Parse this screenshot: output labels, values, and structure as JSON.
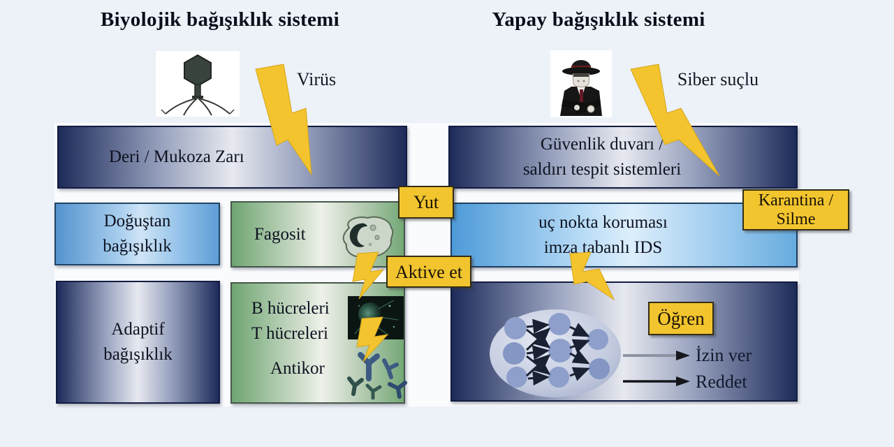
{
  "titles": {
    "left": "Biyolojik bağışıklık sistemi",
    "right": "Yapay bağışıklık sistemi"
  },
  "attackers": {
    "virus_label": "Virüs",
    "cyber_label": "Siber suçlu"
  },
  "bio": {
    "barrier": "Deri / Mukoza Zarı",
    "innate": {
      "line1": "Doğuştan",
      "line2": "bağışıklık"
    },
    "phagocyte": "Fagosit",
    "adaptive": {
      "line1": "Adaptif",
      "line2": "bağışıklık"
    },
    "cells": {
      "b": "B hücreleri",
      "t": "T hücreleri",
      "antibody": "Antikor"
    }
  },
  "ais": {
    "firewall": {
      "line1": "Güvenlik duvarı /",
      "line2": "saldırı tespit sistemleri"
    },
    "endpoint": {
      "line1": "uç nokta koruması",
      "line2": "imza tabanlı IDS"
    },
    "decisions": {
      "allow": "İzin ver",
      "deny": "Reddet"
    }
  },
  "actions": {
    "engulf": "Yut",
    "activate": "Aktive et",
    "quarantine": {
      "line1": "Karantina /",
      "line2": "Silme"
    },
    "learn": "Öğren"
  },
  "icons": {
    "virus": "bacteriophage-virus-icon",
    "cyber": "masked-cybercriminal-icon",
    "lightning": "lightning-bolt-icon",
    "phagocyte": "phagocyte-cell-image",
    "tcell": "lymphocyte-photo-image",
    "antibody": "antibody-y-shapes-image",
    "network": "neural-network-ellipse-image"
  },
  "colors": {
    "background": "#edf1f8",
    "panel": "#fafbfd",
    "navy": "#1e2b5a",
    "blue": "#5493ce",
    "green": "#6fa572",
    "label_yellow": "#f2c52f",
    "bolt_yellow": "#f4c42e"
  }
}
